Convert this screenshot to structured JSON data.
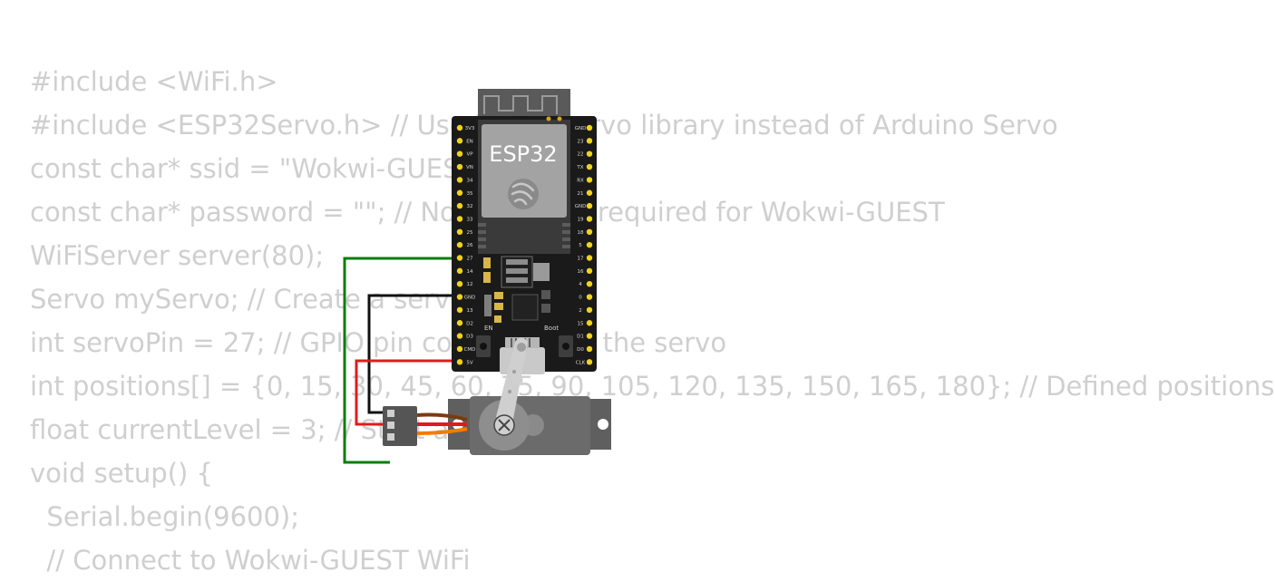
{
  "code": {
    "lines": [
      "#include <WiFi.h>",
      "#include <ESP32Servo.h> // Use ESP32Servo library instead of Arduino Servo",
      "const char* ssid = \"Wokwi-GUEST\";",
      "const char* password = \"\"; // No password required for Wokwi-GUEST",
      "WiFiServer server(80);",
      "Servo myServo; // Create a servo object",
      "int servoPin = 27; // GPIO pin connected to the servo",
      "int positions[] = {0, 15, 30, 45, 60, 75, 90, 105, 120, 135, 150, 165, 180}; // Defined positions",
      "float currentLevel = 3; // Start at level 3",
      "void setup() {",
      "  Serial.begin(9600);",
      "  // Connect to Wokwi-GUEST WiFi"
    ]
  },
  "board": {
    "chip_label": "ESP32",
    "en_label": "EN",
    "boot_label": "Boot",
    "left_pin_labels": [
      "3V3",
      "EN",
      "VP",
      "VN",
      "34",
      "35",
      "32",
      "33",
      "25",
      "26",
      "27",
      "14",
      "12",
      "GND",
      "13",
      "D2",
      "D3",
      "CMD",
      "5V"
    ],
    "right_pin_labels": [
      "GND",
      "23",
      "22",
      "TX",
      "RX",
      "21",
      "GND",
      "19",
      "18",
      "5",
      "17",
      "16",
      "4",
      "0",
      "2",
      "15",
      "D1",
      "D0",
      "CLK"
    ],
    "pcb_color": "#1a1a1a",
    "pin_color": "#f2d21b"
  },
  "servo": {
    "body_color": "#6b6b6b",
    "horn_color": "#cfcfcf"
  },
  "wires": {
    "signal_color": "#0a7d0a",
    "ground_color": "#111111",
    "power_color": "#e01b1b",
    "servo_lead_colors": [
      "#7a3b12",
      "#e01b1b",
      "#f07d00"
    ]
  }
}
